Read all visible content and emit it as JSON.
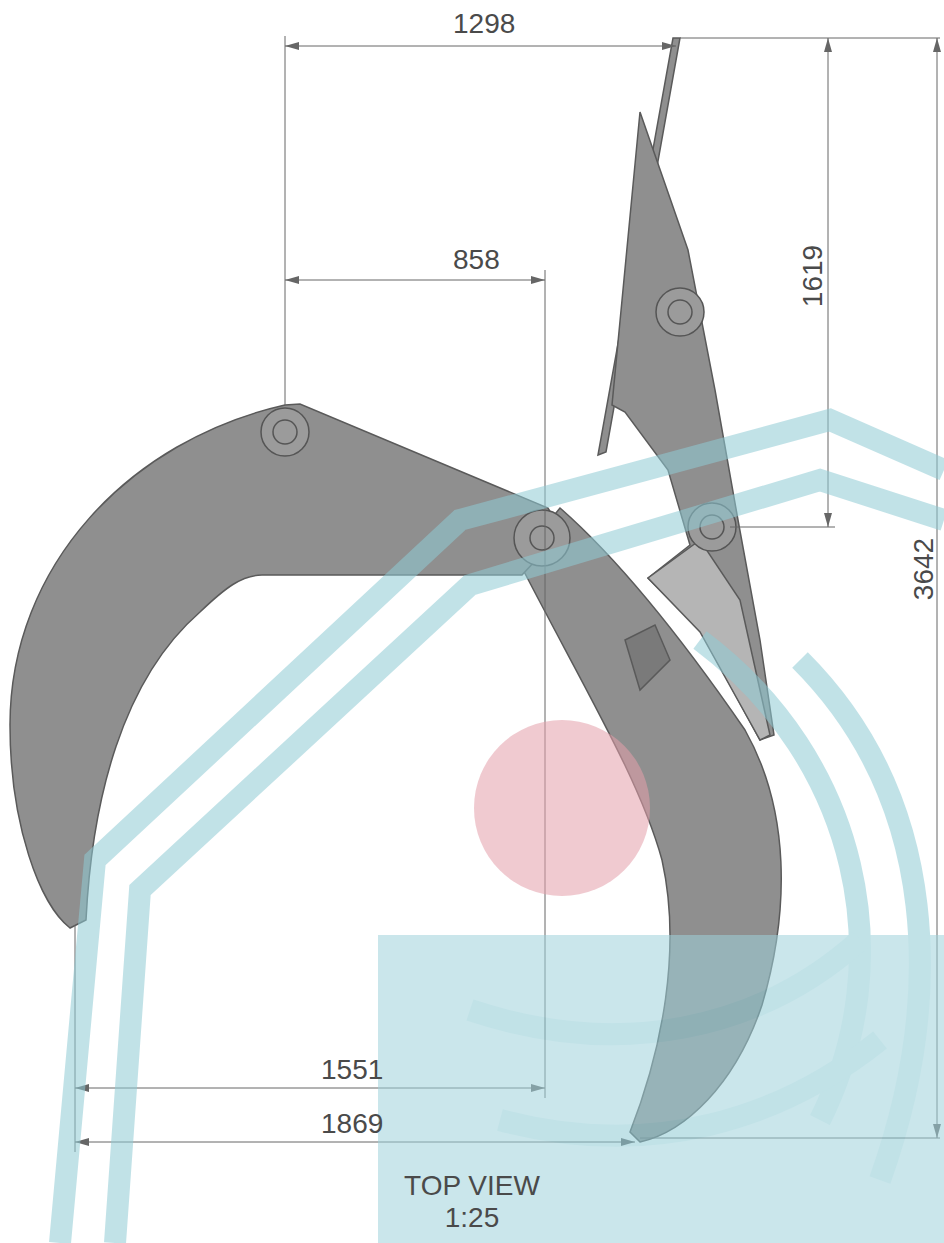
{
  "diagram": {
    "caption": "TOP VIEW 1:25",
    "labels": [
      "1298",
      "858",
      "1619",
      "3642",
      "1551",
      "1869"
    ]
  }
}
